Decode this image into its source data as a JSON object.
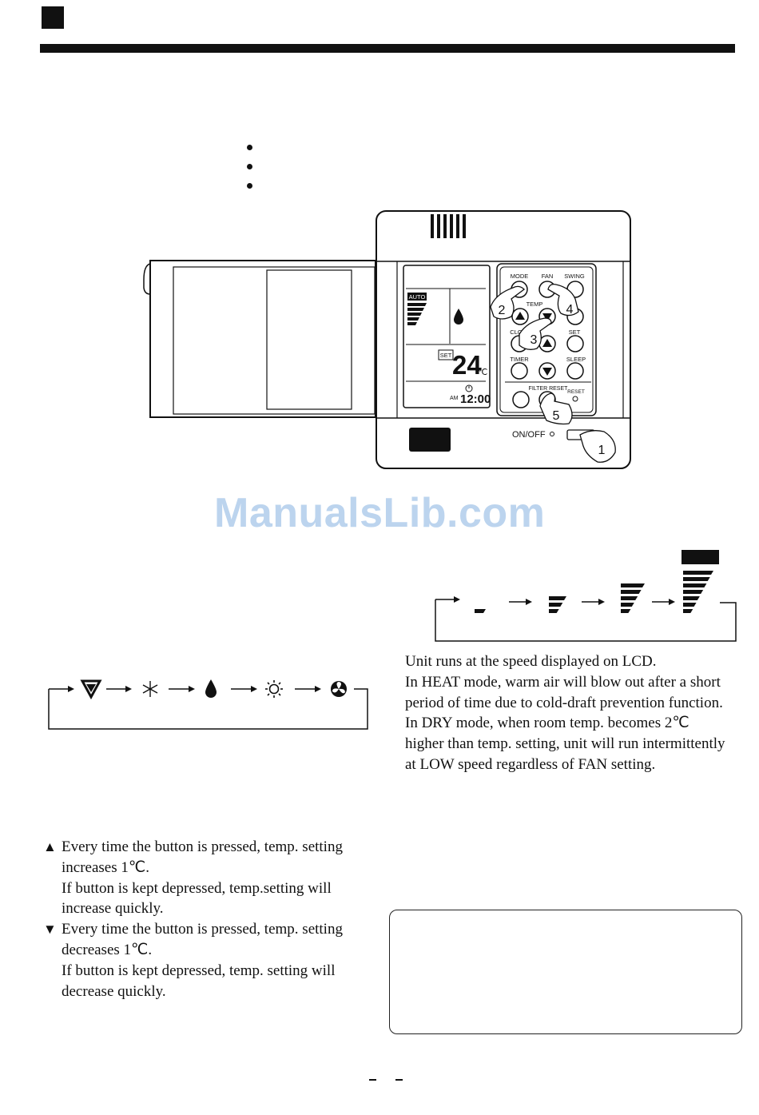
{
  "remote": {
    "buttons": {
      "mode": "MODE",
      "fan": "FAN",
      "swing": "SWING",
      "temp": "TEMP",
      "clock": "CLO",
      "set": "SET",
      "timer": "TIMER",
      "sleep": "SLEEP",
      "filter_reset": "FILTER RESET",
      "reset": "RESET",
      "on_off": "ON/OFF"
    },
    "lcd": {
      "auto": "AUTO",
      "set": "SET",
      "temperature": "24",
      "unit": "℃",
      "am": "AM",
      "time": "12:00"
    },
    "steps": [
      "1",
      "2",
      "3",
      "4",
      "5"
    ]
  },
  "watermark": "ManualsLib.com",
  "fan_text": [
    "Unit runs at the speed displayed on LCD.",
    "In HEAT mode, warm air will blow out after a short",
    "period of time due to cold-draft prevention function.",
    "In DRY mode, when room temp. becomes 2℃",
    "higher than temp. setting, unit will run intermittently",
    "at LOW speed regardless of FAN setting."
  ],
  "temp_text": {
    "up_marker": "▲",
    "up_line1": "Every time the button is pressed, temp. setting",
    "up_line2": "increases 1℃.",
    "up_line3": "If  button is kept depressed, temp.setting will",
    "up_line4": "increase quickly.",
    "down_marker": "▼",
    "down_line1": "Every time the button is pressed, temp. setting",
    "down_line2": "decreases 1℃.",
    "down_line3": "If button is kept depressed, temp. setting will",
    "down_line4": "decrease quickly."
  },
  "mode_cycle_icons": [
    "auto-icon",
    "snowflake-icon",
    "drop-icon",
    "sun-icon",
    "fan-icon"
  ],
  "fan_speed_levels": [
    1,
    3,
    5,
    7
  ]
}
